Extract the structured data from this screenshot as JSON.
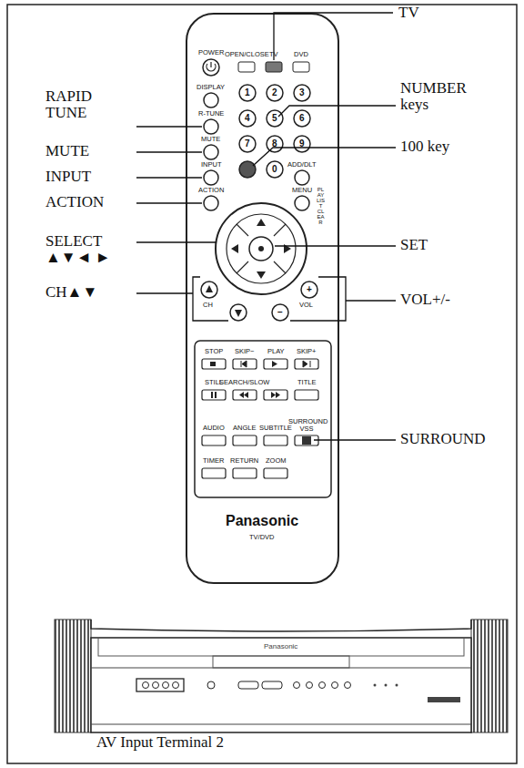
{
  "diagram": {
    "labels": [
      "TV",
      "RAPID TUNE",
      "NUMBER keys",
      "MUTE",
      "100 key",
      "INPUT",
      "ACTION",
      "SELECT ▲▼◄ ►",
      "SET",
      "CH▲▼",
      "VOL+/-",
      "SURROUND",
      "AV Input Terminal 2",
      "POWER",
      "OPEN/CLOSE",
      "TV",
      "DVD",
      "DISPLAY",
      "1",
      "2",
      "3",
      "4",
      "5",
      "6",
      "7",
      "8",
      "9",
      "0",
      "R-TUNE",
      "MUTE",
      "INPUT",
      "ACTION",
      "ADD/DLT",
      "MENU",
      "PLAYLIST CLEAR",
      "CH",
      "VOL",
      "+",
      "−",
      "STOP",
      "SKIP−",
      "PLAY",
      "SKIP+",
      "STILL",
      "SEARCH/SLOW",
      "TITLE",
      "AUDIO",
      "ANGLE",
      "SUBTITLE",
      "SURROUND VSS",
      "TIMER",
      "RETURN",
      "ZOOM",
      "Panasonic",
      "TV/DVD",
      "Panasonic"
    ]
  }
}
